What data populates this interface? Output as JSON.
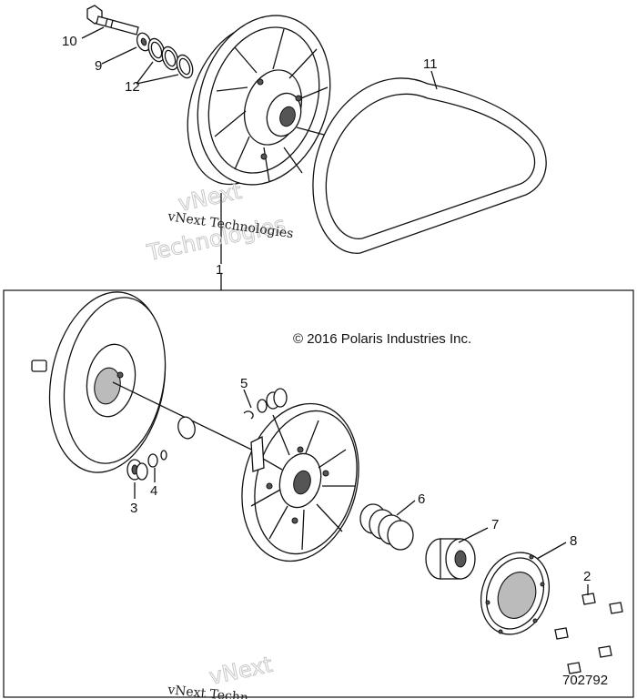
{
  "copyright": "© 2016 Polaris Industries Inc.",
  "diagram_number": "702792",
  "watermark": {
    "line1": "vNext Technologies",
    "big1": "vNext",
    "big2": "Technologies",
    "bottom": "vNext Techn"
  },
  "callouts": {
    "c1": "1",
    "c2": "2",
    "c3": "3",
    "c4": "4",
    "c5": "5",
    "c6": "6",
    "c7": "7",
    "c8": "8",
    "c9": "9",
    "c10": "10",
    "c11": "11",
    "c12": "12"
  }
}
